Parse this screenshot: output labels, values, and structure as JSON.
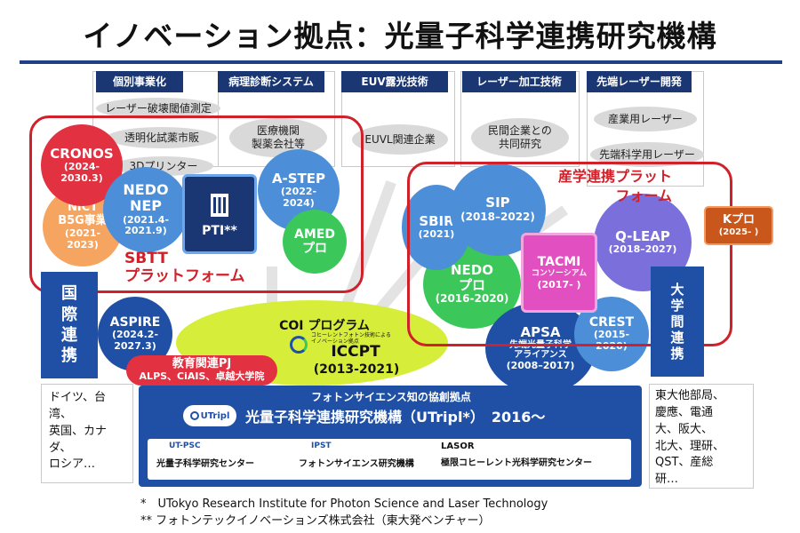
{
  "title": "イノベーション拠点：光量子科学連携研究機構",
  "columns": [
    {
      "header": "個別事業化",
      "items": [
        "レーザー破壊閾値測定",
        "透明化試薬市販",
        "3Dプリンター"
      ]
    },
    {
      "header": "病理診断システム",
      "items": [
        "医療機関\n製薬会社等"
      ]
    },
    {
      "header": "EUV露光技術",
      "items": [
        "EUVL関連企業"
      ]
    },
    {
      "header": "レーザー加工技術",
      "items": [
        "民間企業との\n共同研究"
      ]
    },
    {
      "header": "先端レーザー開発",
      "items": [
        "産業用レーザー",
        "先端科学用レーザー"
      ]
    }
  ],
  "colors": {
    "navy": "#1a3673",
    "blue": "#1f50a6",
    "red": "#d0202a",
    "coi_yellow": "#d6ed3a",
    "green": "#3cc75a",
    "purple": "#7b6fdc",
    "pink": "#e24fc0",
    "orange": "#e8691a"
  },
  "sbtt": {
    "label": "SBTT\nプラットフォーム",
    "cronos": {
      "name": "CRONOS",
      "years": "(2024-\n2030.3)"
    },
    "nict": {
      "name": "NICT\nB5G事業",
      "years": "(2021-\n2023)"
    },
    "nedo_nep": {
      "name": "NEDO\nNEP",
      "years": "(2021.4-\n2021.9)"
    },
    "pti": {
      "name": "PTI**"
    },
    "astep": {
      "name": "A-STEP",
      "years": "(2022-\n2024)"
    },
    "amed": {
      "name": "AMED\nプロ"
    }
  },
  "industry": {
    "label": "産学連携プラット\nフォーム",
    "sbir": {
      "name": "SBIR",
      "years": "(2021)"
    },
    "sip": {
      "name": "SIP",
      "years": "(2018–2022)"
    },
    "nedo_pro": {
      "name": "NEDO\nプロ",
      "years": "(2016-2020)"
    },
    "tacmi": {
      "name": "TACMI",
      "sub": "コンソーシアム",
      "years": "(2017- )"
    },
    "qleap": {
      "name": "Q-LEAP",
      "years": "(2018–2027)"
    },
    "crest": {
      "name": "CREST",
      "years": "(2015-\n2020)"
    },
    "apsa": {
      "name": "APSA",
      "sub": "先端光量子科学\nアライアンス",
      "years": "(2008–2017)"
    }
  },
  "kpro": {
    "name": "Kプロ",
    "years": "(2025- )"
  },
  "intl": {
    "label": "国\n際\n連\n携",
    "aspire": {
      "name": "ASPIRE",
      "years": "(2024.2-\n2027.3)"
    },
    "partners": "ドイツ、台湾、\n英国、カナダ、\nロシア…"
  },
  "univ": {
    "label": "大\n学\n間\n連\n携",
    "partners": "東大他部局、\n慶應、電通\n大、阪大、\n北大、理研、\nQST、産総\n研…"
  },
  "coi": {
    "label": "COI プログラム",
    "sub": "コヒーレントフォトン技術による\nイノベーション拠点",
    "name": "ICCPT",
    "years": "(2013-2021)"
  },
  "education": {
    "label": "教育関連PJ",
    "sub": "ALPS、CiAIS、卓越大学院"
  },
  "utripl": {
    "header": "フォトンサイエンス知の協創拠点",
    "logo": "UTripl",
    "name": "光量子科学連携研究機構（UTripl*）　2016〜",
    "centers": [
      {
        "logo": "UT-PSC",
        "name": "光量子科学研究センター"
      },
      {
        "logo": "IPST",
        "name": "フォトンサイエンス研究機構"
      },
      {
        "logo": "LASOR",
        "name": "極限コヒーレント光科学研究センター"
      }
    ]
  },
  "footnotes": [
    "*　UTokyo Research Institute for Photon Science and Laser Technology",
    "** フォトンテックイノベーションズ株式会社（東大発ベンチャー）"
  ]
}
